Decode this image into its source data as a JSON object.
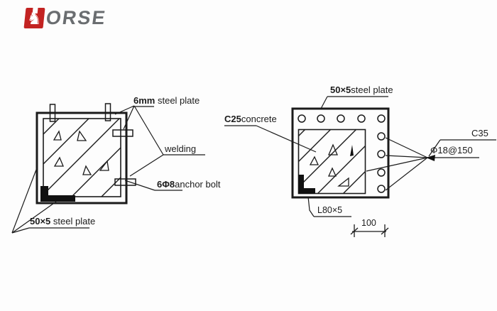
{
  "brand": {
    "horse_glyph": "♞",
    "text": "ORSE",
    "red": "#c32322",
    "gray": "#6a6d70"
  },
  "left": {
    "labels": {
      "plate6mm": {
        "bold": "6mm",
        "rest": " steel plate"
      },
      "welding": "welding",
      "anchorBolt": {
        "bold": "6Φ8",
        "rest": "anchor bolt"
      },
      "plate50": {
        "bold": "50×5",
        "rest": " steel plate"
      }
    }
  },
  "right": {
    "labels": {
      "plate50": {
        "bold": "50×5",
        "rest": "steel plate"
      },
      "c25": {
        "bold": "C25",
        "rest": "concrete"
      },
      "c35": "C35",
      "rebar": "Φ18@150",
      "angle": "L80×5",
      "dim100": "100"
    }
  },
  "colors": {
    "line": "#1b1b1b",
    "background": "#fdfdfd"
  }
}
